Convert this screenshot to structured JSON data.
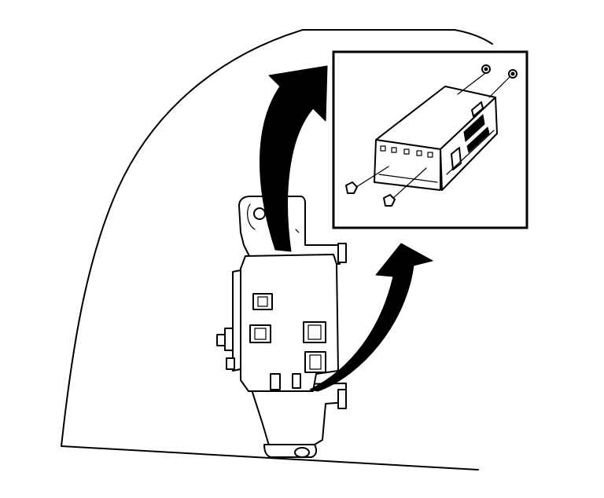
{
  "figure": {
    "kind": "service-procedure-illustration",
    "line_color": "#000000",
    "background_color": "#ffffff",
    "components": [
      "trim-panel-outline",
      "mounting-bracket",
      "control-module",
      "upper-removal-arrow",
      "lower-removal-arrow",
      "detail-inset",
      "module-box",
      "module-fasteners"
    ]
  }
}
